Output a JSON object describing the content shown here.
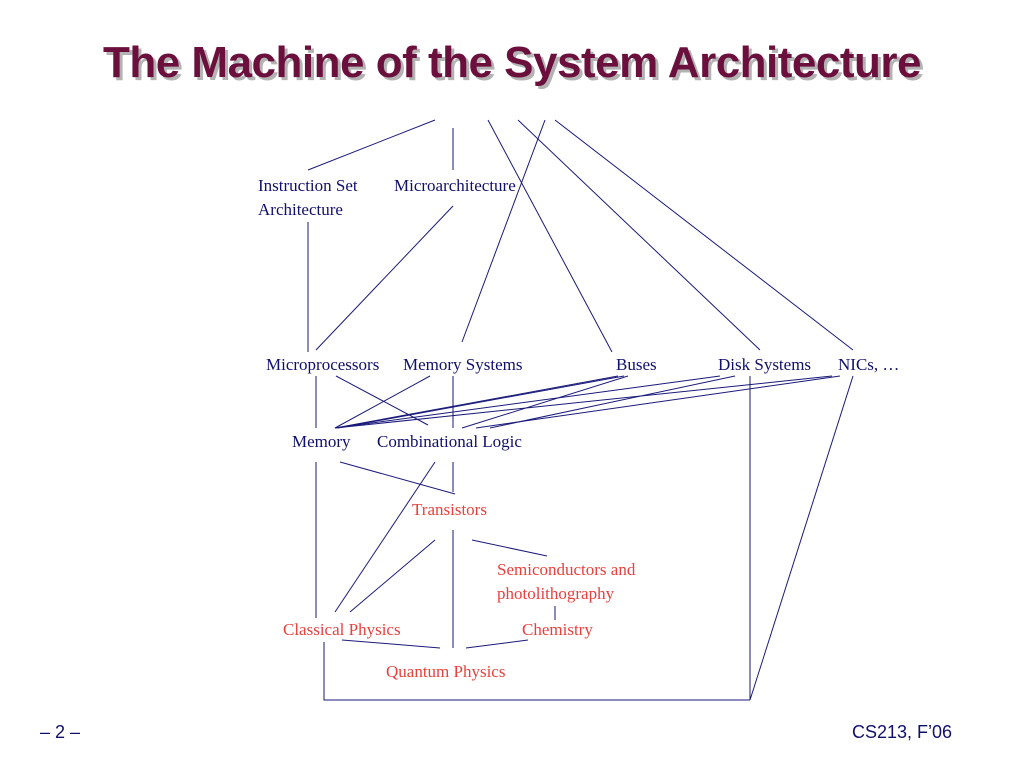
{
  "title": "The Machine of the System Architecture",
  "nodes": {
    "isa_line1": "Instruction Set",
    "isa_line2": "Architecture",
    "microarchitecture": "Microarchitecture",
    "microprocessors": "Microprocessors",
    "memory_systems": "Memory Systems",
    "buses": "Buses",
    "disk_systems": "Disk Systems",
    "nics": "NICs, …",
    "memory": "Memory",
    "combinational_logic": "Combinational Logic",
    "transistors": "Transistors",
    "semiconductors_line1": "Semiconductors and",
    "semiconductors_line2": "photolithography",
    "classical_physics": "Classical Physics",
    "chemistry": "Chemistry",
    "quantum_physics": "Quantum Physics"
  },
  "colors": {
    "title": "#6b0f3c",
    "title_shadow": "#b3b3b3",
    "upper_text": "#10106b",
    "lower_text": "#e8403d",
    "lines": "#1a1a7a"
  },
  "footer": {
    "page": "– 2 –",
    "course": "CS213, F’06"
  }
}
